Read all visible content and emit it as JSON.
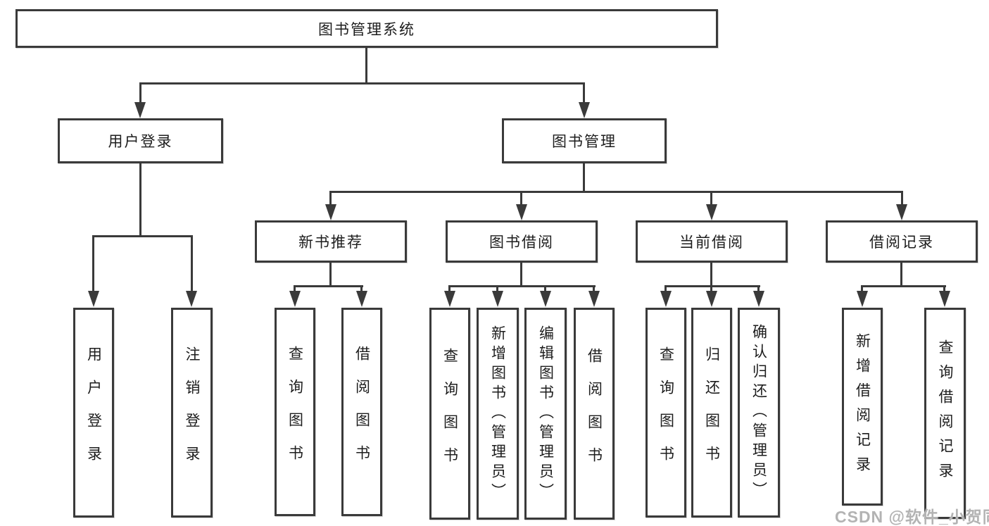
{
  "diagram": {
    "root": {
      "label": "图书管理系统"
    },
    "level2": [
      {
        "label": "用户登录"
      },
      {
        "label": "图书管理"
      }
    ],
    "level3": [
      {
        "label": "新书推荐"
      },
      {
        "label": "图书借阅"
      },
      {
        "label": "当前借阅"
      },
      {
        "label": "借阅记录"
      }
    ],
    "leaves": {
      "user_login": [
        {
          "label": "用户登录"
        },
        {
          "label": "注销登录"
        }
      ],
      "new_book_recommend": [
        {
          "label": "查询图书"
        },
        {
          "label": "借阅图书"
        }
      ],
      "book_borrow": [
        {
          "label": "查询图书"
        },
        {
          "label": "新增图书（管理员）"
        },
        {
          "label": "编辑图书（管理员）"
        },
        {
          "label": "借阅图书"
        }
      ],
      "current_borrow": [
        {
          "label": "查询图书"
        },
        {
          "label": "归还图书"
        },
        {
          "label": "确认归还（管理员）"
        }
      ],
      "borrow_records": [
        {
          "label": "新增借阅记录"
        },
        {
          "label": "查询借阅记录"
        }
      ]
    },
    "watermark": "CSDN @软件_小贺同学",
    "colors": {
      "line": "#3a3a3a",
      "text": "#1d1d1d",
      "watermark": "#b3b3b3",
      "background": "#ffffff"
    }
  }
}
